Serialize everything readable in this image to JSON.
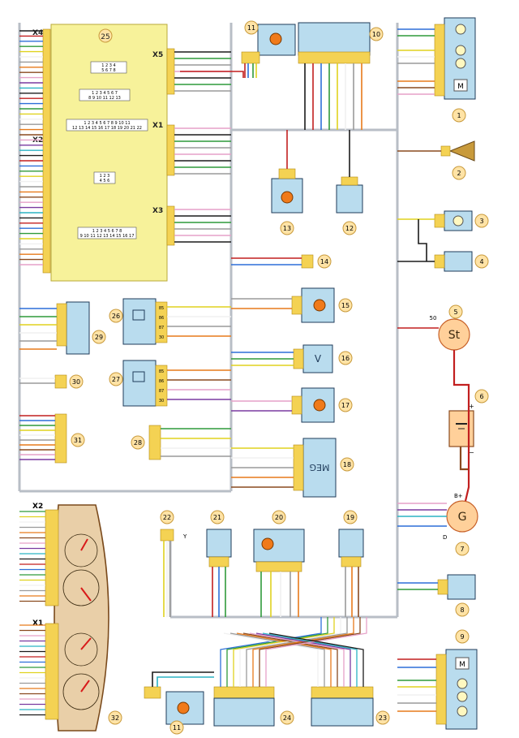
{
  "colors": {
    "background": "#ffffff",
    "chassis_line": "#b8bec6",
    "component_fill": "#b9dcee",
    "component_stroke": "#1f3b5a",
    "callout_fill": "#ffe3a6",
    "callout_stroke": "#c89a3b",
    "unit_fill": "#f7f29a",
    "connector_fill": "#f4d253",
    "dashboard_fill": "#e9cfa8",
    "dashboard_stroke": "#7a4a1c",
    "starter_fill": "#ffd09a",
    "battery_fill": "#ffd09a",
    "motor_fill": "#f07a1a",
    "needle": "#d81a1a"
  },
  "wire_colors": [
    "#1b1b1b",
    "#c21f1f",
    "#2d6fd8",
    "#2f9a3a",
    "#e0d21f",
    "#f0f0f0",
    "#9a9a9a",
    "#e77a1a",
    "#8a4a1f",
    "#e6a1c8",
    "#7a3aa0",
    "#2bb3c4"
  ],
  "units": {
    "block25": {
      "number": "25",
      "x4": "X4",
      "x5": "X5",
      "x1": "X1",
      "x2": "X2",
      "x3": "X3",
      "pin_rows": [
        "1 2 3 4",
        "5 6 7 8",
        "1 2 3 4 5 6 7",
        "8 9 10 11 12 13",
        "1 2 3 4 5 6 7 8 9 10 11",
        "12 13 14 15 16 17 18 19 20 21 22",
        "1 2 3",
        "4 5 6",
        "1 2 3 4 5 6 7 8",
        "9 10 11 12 13 14 15 16 17"
      ]
    },
    "cluster32": {
      "number": "32",
      "x2": "X2",
      "x1": "X1"
    }
  },
  "components": {
    "c1": "1",
    "c2": "2",
    "c3": "3",
    "c4": "4",
    "c5": "5",
    "c6": "6",
    "c7": "7",
    "c8": "8",
    "c9": "9",
    "c10": "10",
    "c11": "11",
    "c12": "12",
    "c13": "13",
    "c14": "14",
    "c15": "15",
    "c16": "16",
    "c17": "17",
    "c18": "18",
    "c19": "19",
    "c20": "20",
    "c21": "21",
    "c22": "22",
    "c23": "23",
    "c24": "24",
    "c26": "26",
    "c27": "27",
    "c28": "28",
    "c29": "29",
    "c30": "30",
    "c31": "31",
    "c11b": "11"
  },
  "labels": {
    "starter": "St",
    "starter_pin": "50",
    "generator": "G",
    "generator_b": "B+",
    "generator_d": "D",
    "voltmeter": "V",
    "meg": "MEG",
    "motor": "M",
    "battery_plus": "+",
    "battery_minus": "−",
    "ground_y": "Y"
  },
  "relay_pins": {
    "r26": [
      "85",
      "86",
      "87",
      "30"
    ],
    "r27": [
      "85",
      "86",
      "87",
      "30"
    ]
  }
}
